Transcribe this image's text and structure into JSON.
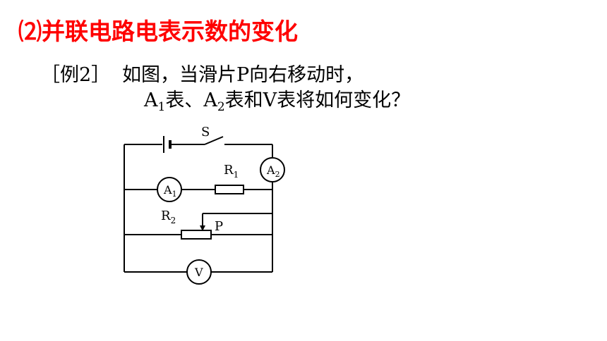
{
  "heading": "⑵并联电路电表示数的变化",
  "example": {
    "tag": "［例2］",
    "line1": "如图，当滑片P向右移动时，",
    "line2": {
      "a1_letter": "A",
      "a1_sub": "1",
      "after_a1": "表、",
      "a2_letter": "A",
      "a2_sub": "2",
      "after_a2": "表和V表将如何变化？"
    }
  },
  "circuit": {
    "switch_label": "S",
    "ammeter_a1": {
      "letter": "A",
      "sub": "1"
    },
    "ammeter_a2": {
      "letter": "A",
      "sub": "2"
    },
    "resistor_r1": {
      "letter": "R",
      "sub": "1"
    },
    "resistor_r2": {
      "letter": "R",
      "sub": "2"
    },
    "slider_label": "P",
    "voltmeter": "V"
  }
}
